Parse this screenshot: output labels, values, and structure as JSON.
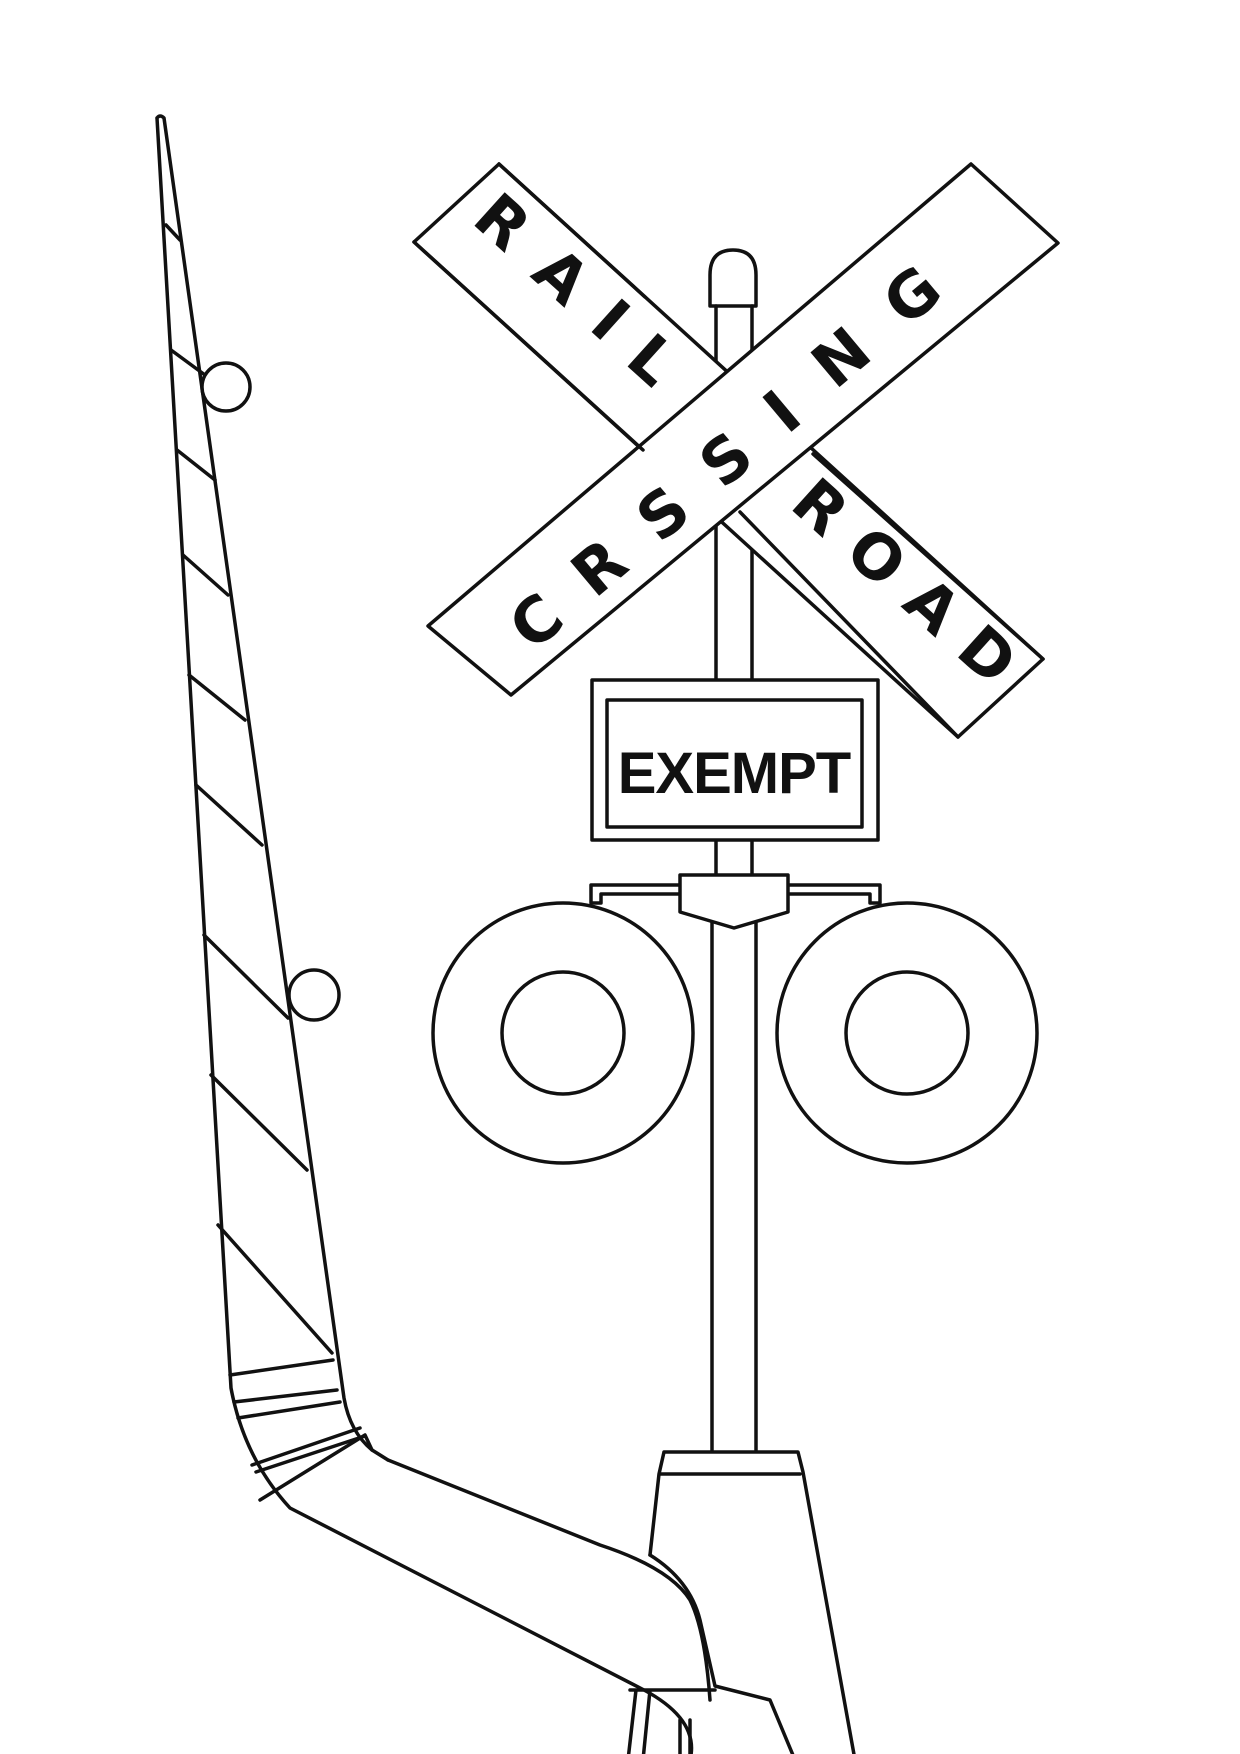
{
  "crossbuck": {
    "arm_one_word": "RAILROAD",
    "arm_two_word": "CRSSING"
  },
  "plate": {
    "text": "EXEMPT"
  },
  "colors": {
    "line": "#111111",
    "background": "#ffffff"
  }
}
